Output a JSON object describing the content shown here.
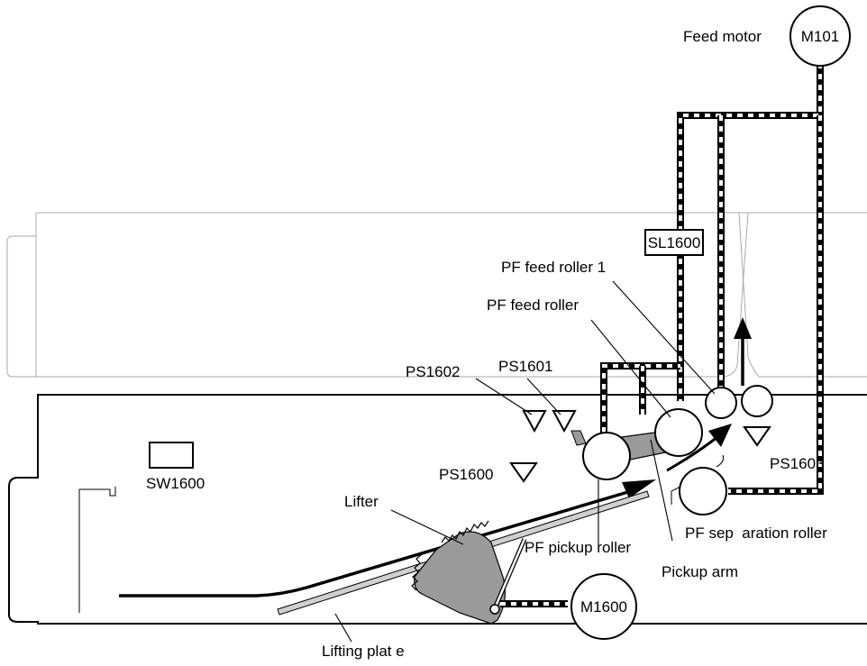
{
  "labels": {
    "feed_motor": "Feed motor",
    "m101": "M101",
    "sl1600": "SL1600",
    "pf_feed_roller_1": "PF feed roller   1",
    "pf_feed_roller": "PF feed roller",
    "ps1602": "PS1602",
    "ps1601": "PS1601",
    "ps1600": "PS1600",
    "ps1603": "PS1603",
    "sw1600": "SW1600",
    "lifter": "Lifter",
    "pf_pickup_roller": "PF pickup roller",
    "pickup_arm": "Pickup arm",
    "pf_separation_roller": "PF sep  aration roller",
    "m1600": "M1600",
    "lifting_plate": "Lifting plat e"
  }
}
